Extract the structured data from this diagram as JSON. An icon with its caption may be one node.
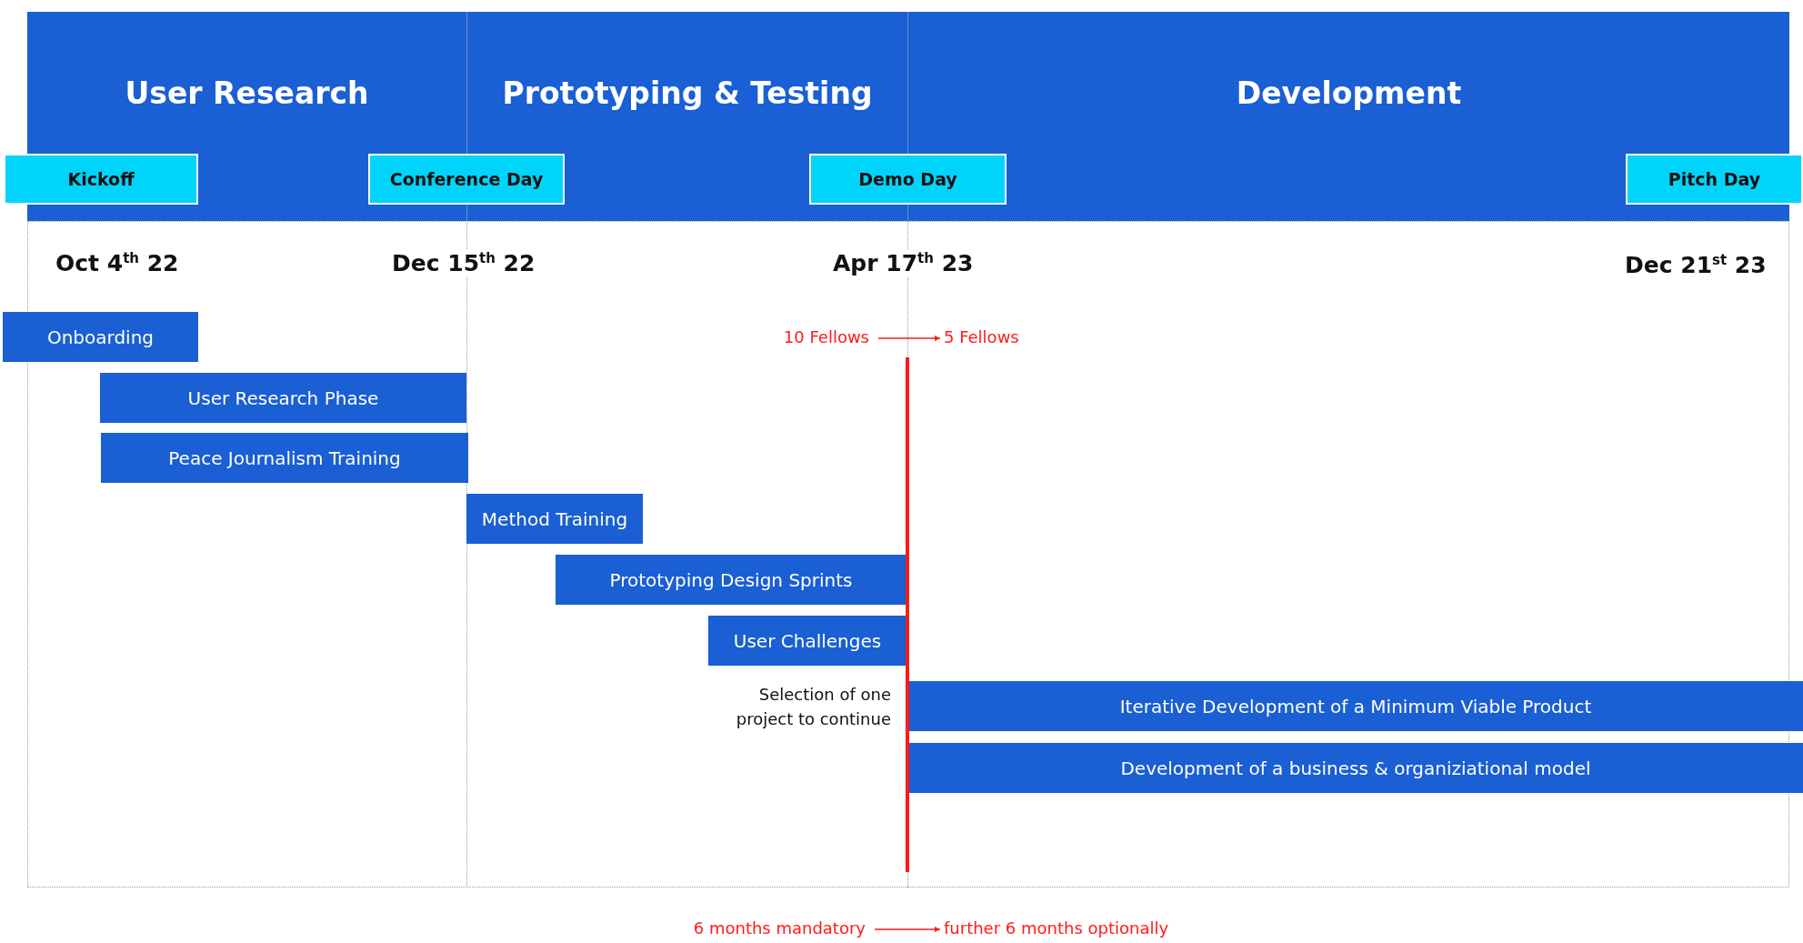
{
  "diagram": {
    "nodes": [
      {
        "text": [
          "User Research"
        ]
      },
      {
        "text": [
          "Prototyping & Testing"
        ]
      },
      {
        "text": [
          "Development"
        ]
      },
      {
        "text": [
          "Kickoff"
        ]
      },
      {
        "text": [
          "Conference Day"
        ]
      },
      {
        "text": [
          "Demo Day"
        ]
      },
      {
        "text": [
          "Pitch Day"
        ]
      },
      {
        "text": [
          "Onboarding"
        ]
      },
      {
        "text": [
          "User Research Phase"
        ]
      },
      {
        "text": [
          "Peace Journalism Training"
        ]
      },
      {
        "text": [
          "Method Training"
        ]
      },
      {
        "text": [
          "Prototyping Design Sprints"
        ]
      },
      {
        "text": [
          "User Challenges"
        ]
      },
      {
        "text": [
          "Iterative Development of a Minimum Viable Product"
        ]
      },
      {
        "text": [
          "Development of a business & organiziational model"
        ]
      },
      {
        "text": [
          "10 Fellows"
        ]
      },
      {
        "text": [
          "5 Fellows"
        ]
      },
      {
        "text": [
          "6 months mandatory"
        ]
      },
      {
        "text": [
          "further 6 months optionally"
        ]
      }
    ],
    "edges": [
      {
        "from": 15,
        "to": 16,
        "arrow": "to"
      },
      {
        "from": 17,
        "to": 18,
        "arrow": "to"
      }
    ],
    "labels": [
      "Oct 4$^{th}$ 22",
      "Dec 15$^{th}$ 22",
      "Apr 17$^{th}$ 23",
      "Dec 21$^{st}$ 23",
      "Selection of one project to continue"
    ]
  }
}
